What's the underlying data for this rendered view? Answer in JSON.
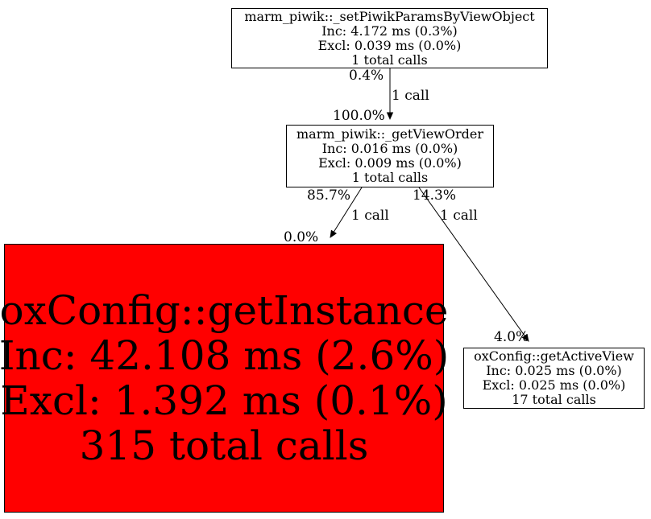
{
  "graph": {
    "nodes": [
      {
        "id": "setPiwikParamsByViewObject",
        "title": "marm_piwik::_setPiwikParamsByViewObject",
        "inclusive": "Inc: 4.172 ms (0.3%)",
        "exclusive": "Excl: 0.039 ms (0.0%)",
        "calls": "1 total calls",
        "bg": "#ffffff"
      },
      {
        "id": "getViewOrder",
        "title": "marm_piwik::_getViewOrder",
        "inclusive": "Inc: 0.016 ms (0.0%)",
        "exclusive": "Excl: 0.009 ms (0.0%)",
        "calls": "1 total calls",
        "bg": "#ffffff"
      },
      {
        "id": "getInstance",
        "title": "oxConfig::getInstance",
        "inclusive": "Inc: 42.108 ms (2.6%)",
        "exclusive": "Excl: 1.392 ms (0.1%)",
        "calls": "315 total calls",
        "bg": "#ff0000"
      },
      {
        "id": "getActiveView",
        "title": "oxConfig::getActiveView",
        "inclusive": "Inc: 0.025 ms (0.0%)",
        "exclusive": "Excl: 0.025 ms (0.0%)",
        "calls": "17 total calls",
        "bg": "#ffffff"
      }
    ],
    "edges": [
      {
        "from": "setPiwikParamsByViewObject",
        "to": "getViewOrder",
        "source_percent": "0.4%",
        "call_count": "1 call",
        "target_percent": "100.0%"
      },
      {
        "from": "getViewOrder",
        "to": "getInstance",
        "source_percent": "85.7%",
        "call_count": "1 call",
        "target_percent": "0.0%"
      },
      {
        "from": "getViewOrder",
        "to": "getActiveView",
        "source_percent": "14.3%",
        "call_count": "1 call",
        "target_percent": "4.0%"
      }
    ]
  },
  "colors": {
    "hot_node_bg": "#ff0000",
    "node_bg": "#ffffff",
    "node_border": "#000000",
    "edge_color": "#000000",
    "text_color": "#000000"
  }
}
